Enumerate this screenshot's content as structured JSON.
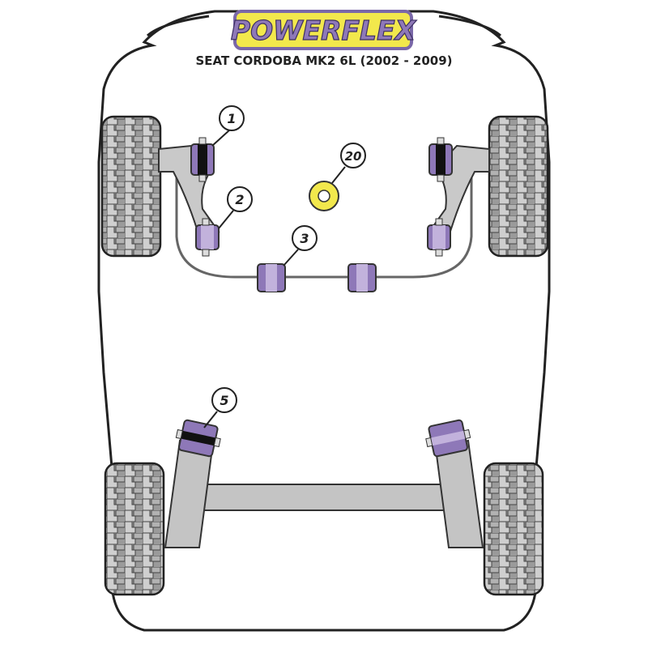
{
  "brand": {
    "name": "POWERFLEX"
  },
  "vehicle": {
    "title": "SEAT CORDOBA MK2 6L (2002 - 2009)"
  },
  "callouts": [
    {
      "number": "1"
    },
    {
      "number": "2"
    },
    {
      "number": "3"
    },
    {
      "number": "20"
    },
    {
      "number": "5"
    }
  ],
  "colors": {
    "bushing_purple": "#8e78b8",
    "bushing_dark": "#5b4a86",
    "bushing_light": "#c2b2dc",
    "bushing_yellow": "#f2e84c",
    "logo_yellow": "#f2e84c",
    "logo_purple": "#8e78b8",
    "arm_grey": "#bcbcbc",
    "tyre_grey": "#9a9a9a",
    "outline": "#222222"
  }
}
